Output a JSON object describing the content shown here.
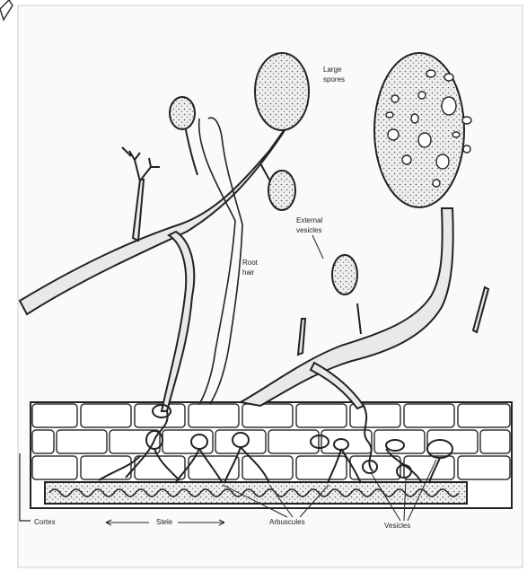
{
  "labels": {
    "large_spores": [
      "Large",
      "spores"
    ],
    "external_vesicles": [
      "External",
      "vesicles"
    ],
    "root_hair": [
      "Root",
      "hair"
    ],
    "cortex": "Cortex",
    "stele": "Stele",
    "arbuscules": "Arbuscules",
    "vesicles": "Vesicles"
  }
}
